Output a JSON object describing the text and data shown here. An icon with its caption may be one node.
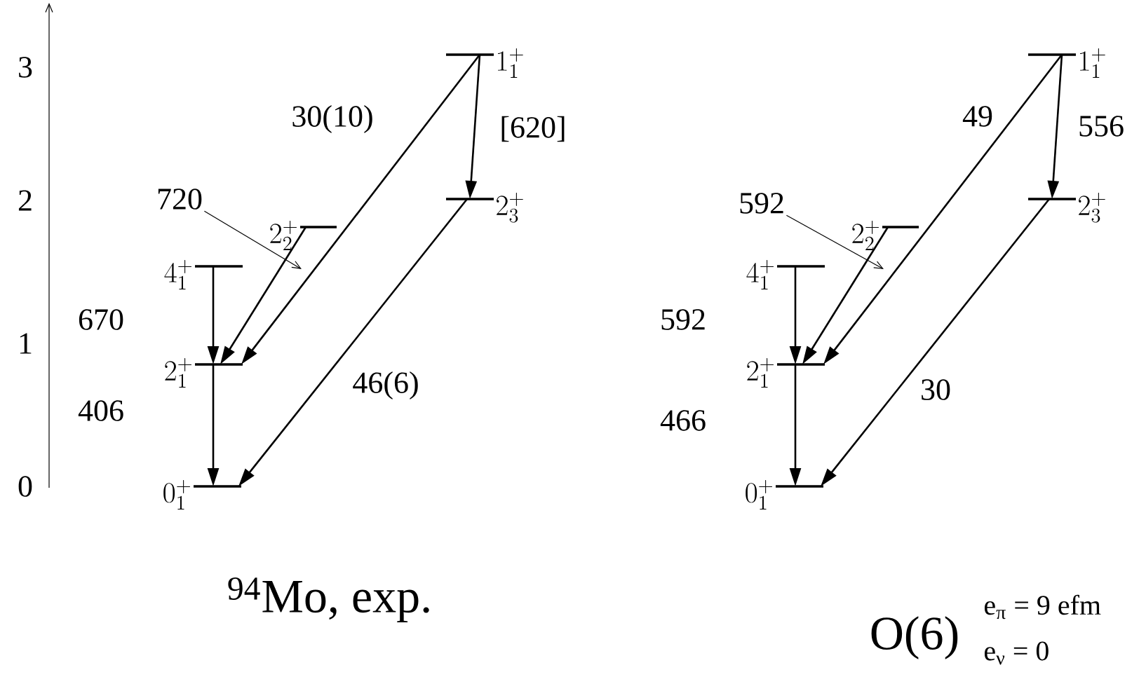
{
  "diagram": {
    "nodes": [
      {
        "text": [
          "1^{+}_{1}"
        ]
      },
      {
        "text": [
          "2^{+}_{3}"
        ]
      },
      {
        "text": [
          "2^{+}_{2}"
        ]
      },
      {
        "text": [
          "4^{+}_{1}"
        ]
      },
      {
        "text": [
          "2^{+}_{1}"
        ]
      },
      {
        "text": [
          "0^{+}_{1}"
        ]
      },
      {
        "text": [
          "1^{+}_{1}"
        ]
      },
      {
        "text": [
          "2^{+}_{3}"
        ]
      },
      {
        "text": [
          "2^{+}_{2}"
        ]
      },
      {
        "text": [
          "4^{+}_{1}"
        ]
      },
      {
        "text": [
          "2^{+}_{1}"
        ]
      },
      {
        "text": [
          "0^{+}_{1}"
        ]
      },
      {
        "text": [
          "720"
        ]
      },
      {
        "text": [
          "592"
        ]
      }
    ],
    "edges": [
      {
        "from": 0,
        "to": 1,
        "arrow": "to",
        "label": "[620]"
      },
      {
        "from": 0,
        "to": 4,
        "arrow": "to",
        "label": "30(10)"
      },
      {
        "from": 2,
        "to": 4,
        "arrow": "to"
      },
      {
        "from": 3,
        "to": 4,
        "arrow": "to",
        "label": "670"
      },
      {
        "from": 4,
        "to": 5,
        "arrow": "to",
        "label": "406"
      },
      {
        "from": 1,
        "to": 5,
        "arrow": "to",
        "label": "46(6)"
      },
      {
        "from": 6,
        "to": 7,
        "arrow": "to",
        "label": "556"
      },
      {
        "from": 6,
        "to": 10,
        "arrow": "to",
        "label": "49"
      },
      {
        "from": 8,
        "to": 10,
        "arrow": "to"
      },
      {
        "from": 9,
        "to": 10,
        "arrow": "to",
        "label": "592"
      },
      {
        "from": 10,
        "to": 11,
        "arrow": "to",
        "label": "466"
      },
      {
        "from": 7,
        "to": 11,
        "arrow": "to",
        "label": "30"
      },
      {
        "from": 12,
        "to": 2,
        "arrow": "to"
      },
      {
        "from": 13,
        "to": 8,
        "arrow": "to"
      }
    ],
    "labels": [
      "3",
      "2",
      "1",
      "0",
      "$^{94}$Mo, exp.",
      "O(6)",
      "e$_{π}$ = 9 efm",
      "e$_{ν}$ = 0"
    ]
  }
}
